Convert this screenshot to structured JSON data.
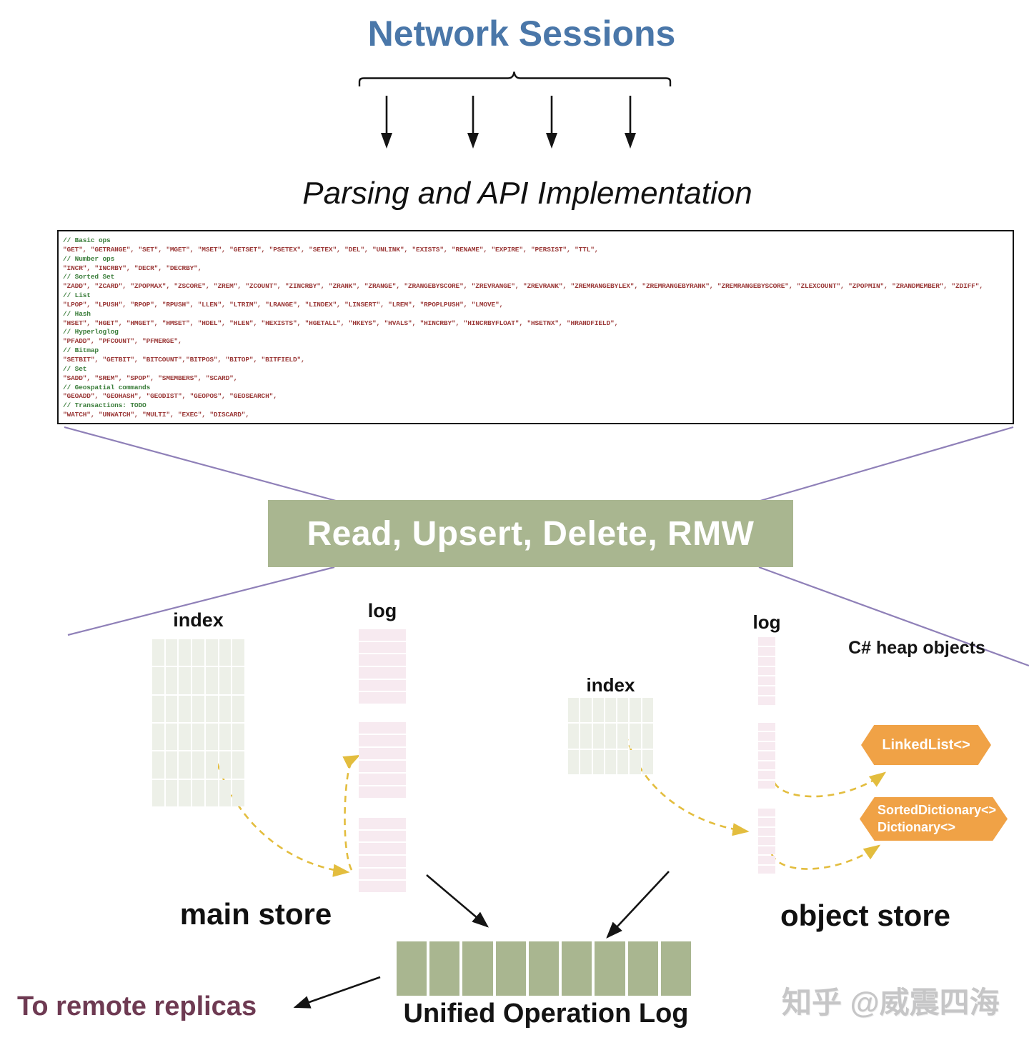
{
  "title": "Network Sessions",
  "subtitle": "Parsing and API Implementation",
  "code_box": {
    "lines": [
      {
        "type": "comment",
        "text": "// Basic ops"
      },
      {
        "type": "code",
        "text": "\"GET\", \"GETRANGE\", \"SET\", \"MGET\", \"MSET\", \"GETSET\", \"PSETEX\", \"SETEX\", \"DEL\", \"UNLINK\", \"EXISTS\", \"RENAME\", \"EXPIRE\", \"PERSIST\", \"TTL\","
      },
      {
        "type": "comment",
        "text": "// Number ops"
      },
      {
        "type": "code",
        "text": "\"INCR\", \"INCRBY\", \"DECR\", \"DECRBY\","
      },
      {
        "type": "comment",
        "text": "// Sorted Set"
      },
      {
        "type": "code",
        "text": "\"ZADD\", \"ZCARD\", \"ZPOPMAX\", \"ZSCORE\", \"ZREM\", \"ZCOUNT\", \"ZINCRBY\", \"ZRANK\", \"ZRANGE\", \"ZRANGEBYSCORE\", \"ZREVRANGE\", \"ZREVRANK\", \"ZREMRANGEBYLEX\", \"ZREMRANGEBYRANK\", \"ZREMRANGEBYSCORE\", \"ZLEXCOUNT\", \"ZPOPMIN\", \"ZRANDMEMBER\", \"ZDIFF\","
      },
      {
        "type": "comment",
        "text": "// List"
      },
      {
        "type": "code",
        "text": "\"LPOP\", \"LPUSH\", \"RPOP\", \"RPUSH\", \"LLEN\", \"LTRIM\", \"LRANGE\", \"LINDEX\", \"LINSERT\", \"LREM\", \"RPOPLPUSH\", \"LMOVE\","
      },
      {
        "type": "comment",
        "text": "// Hash"
      },
      {
        "type": "code",
        "text": "\"HSET\", \"HGET\", \"HMGET\", \"HMSET\", \"HDEL\", \"HLEN\", \"HEXISTS\", \"HGETALL\", \"HKEYS\", \"HVALS\", \"HINCRBY\", \"HINCRBYFLOAT\", \"HSETNX\", \"HRANDFIELD\","
      },
      {
        "type": "comment",
        "text": "// Hyperloglog"
      },
      {
        "type": "code",
        "text": "\"PFADD\", \"PFCOUNT\", \"PFMERGE\","
      },
      {
        "type": "comment",
        "text": "// Bitmap"
      },
      {
        "type": "code",
        "text": "\"SETBIT\", \"GETBIT\", \"BITCOUNT\",\"BITPOS\", \"BITOP\", \"BITFIELD\","
      },
      {
        "type": "comment",
        "text": "// Set"
      },
      {
        "type": "code",
        "text": "\"SADD\", \"SREM\", \"SPOP\", \"SMEMBERS\", \"SCARD\","
      },
      {
        "type": "comment",
        "text": "// Geospatial commands"
      },
      {
        "type": "code",
        "text": "\"GEOADD\", \"GEOHASH\", \"GEODIST\", \"GEOPOS\", \"GEOSEARCH\","
      },
      {
        "type": "comment",
        "text": "// Transactions: TODO"
      },
      {
        "type": "code",
        "text": "\"WATCH\", \"UNWATCH\", \"MULTI\", \"EXEC\", \"DISCARD\","
      }
    ]
  },
  "pipeline": {
    "label": "Read, Upsert, Delete, RMW"
  },
  "main_store": {
    "name": "main store",
    "index_label": "index",
    "log_label": "log",
    "index": {
      "cols": 7,
      "rows": 6
    },
    "log": {
      "segments": [
        6,
        6,
        6
      ]
    }
  },
  "object_store": {
    "name": "object store",
    "index_label": "index",
    "log_label": "log",
    "heap_title": "C# heap objects",
    "objects": {
      "linkedlist": "LinkedList<>",
      "sorted_dictionary": "SortedDictionary<>",
      "dictionary": "Dictionary<>"
    },
    "index": {
      "cols": 7,
      "rows": 3
    },
    "log": {
      "segments": [
        7,
        7,
        7
      ]
    }
  },
  "unified_log": {
    "label": "Unified Operation Log",
    "segments": 9
  },
  "replicas": {
    "label": "To remote replicas"
  },
  "watermark": "知乎 @威震四海",
  "colors": {
    "title_blue": "#4a77a9",
    "sage_green": "#a9b690",
    "code_comment_green": "#3a7d3a",
    "code_string_red": "#9b3938",
    "connector_purple": "#8f80b8",
    "dashed_yellow": "#e3bd3e",
    "hexagon_orange": "#f0a246",
    "log_pink": "#f7eaf0",
    "index_cell": "#edf0e8",
    "replicas_maroon": "#6e3a52",
    "watermark_gray": "#c6c6c7"
  }
}
